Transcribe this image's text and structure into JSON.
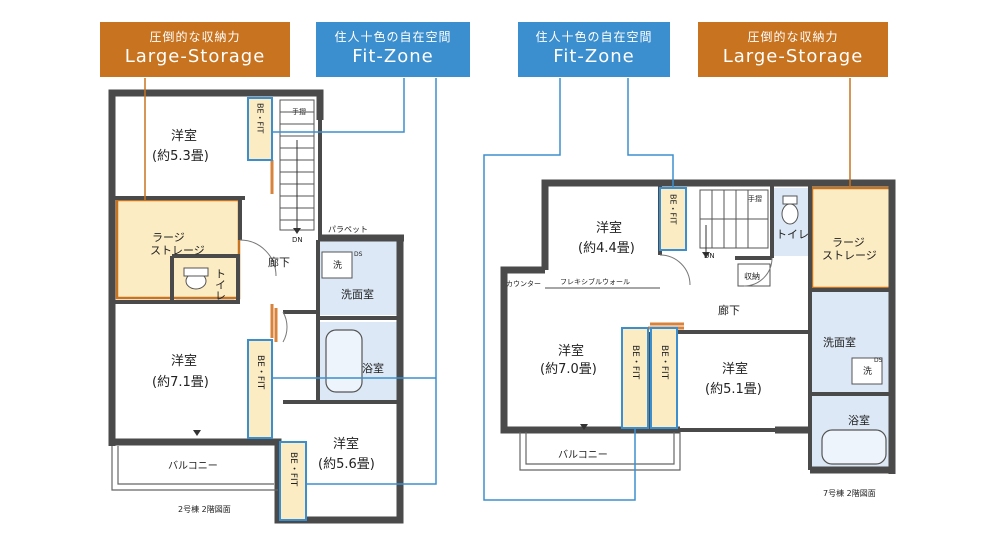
{
  "labels": {
    "left_storage": {
      "sub": "圧倒的な収納力",
      "main": "Large-Storage"
    },
    "left_fit": {
      "sub": "住人十色の自在空間",
      "main": "Fit-Zone"
    },
    "right_fit": {
      "sub": "住人十色の自在空間",
      "main": "Fit-Zone"
    },
    "right_storage": {
      "sub": "圧倒的な収納力",
      "main": "Large-Storage"
    }
  },
  "plan_left": {
    "room_nw": "洋室",
    "room_nw_size": "(約5.3畳)",
    "storage": "ラージ",
    "storage2": "ストレージ",
    "toilet": "トイレ",
    "corridor": "廊下",
    "room_sw": "洋室",
    "room_sw_size": "(約7.1畳)",
    "room_se": "洋室",
    "room_se_size": "(約5.6畳)",
    "washroom": "洗面室",
    "wash": "洗",
    "ds": "DS",
    "bath": "浴室",
    "parapet": "パラペット",
    "balcony": "バルコニー",
    "handrail": "手摺",
    "dn": "DN",
    "befit": "BE・FIT",
    "caption": "2号棟 2階図面"
  },
  "plan_right": {
    "room_n": "洋室",
    "room_n_size": "(約4.4畳)",
    "toilet": "トイレ",
    "storage": "ラージ",
    "storage2": "ストレージ",
    "flex_wall": "フレキシブルウォール",
    "counter": "カウンター",
    "closet": "収納",
    "corridor": "廊下",
    "room_w": "洋室",
    "room_w_size": "(約7.0畳)",
    "room_e": "洋室",
    "room_e_size": "(約5.1畳)",
    "washroom": "洗面室",
    "wash": "洗",
    "ds": "DS",
    "bath": "浴室",
    "balcony": "バルコニー",
    "handrail": "手摺",
    "dn": "DN",
    "befit": "BE・FIT",
    "caption": "7号棟 2階図面"
  },
  "colors": {
    "orange": "#c8731f",
    "blue": "#3c8fce",
    "wall": "#4a4a4a",
    "storage_fill": "#fbecc3",
    "wet_fill": "#dce8f5"
  }
}
